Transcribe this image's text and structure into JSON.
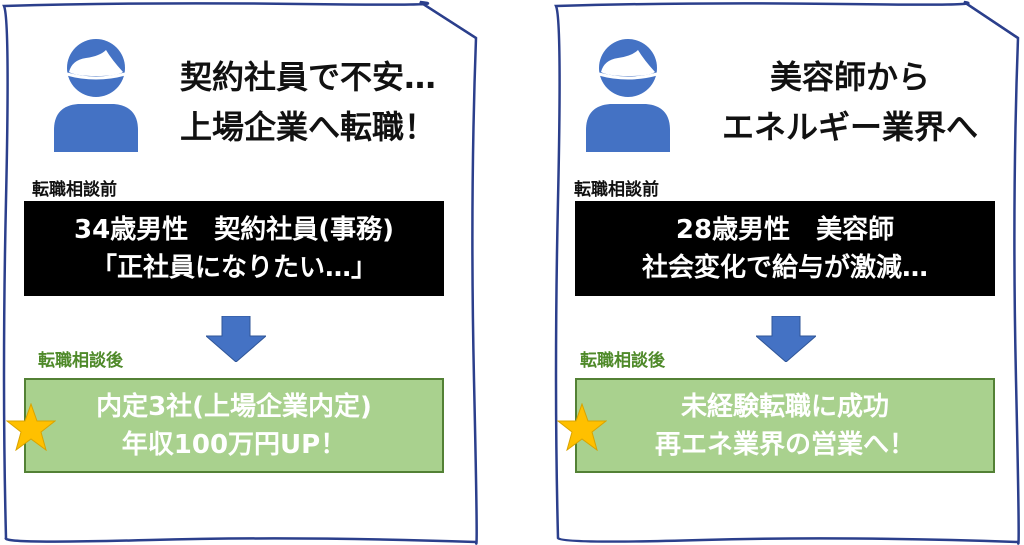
{
  "colors": {
    "avatar": "#4472c4",
    "arrow": "#4472c4",
    "before_box": "#000000",
    "after_box": "#a9d18e",
    "after_border": "#538135",
    "after_label": "#4f8a2a",
    "star": "#ffc000"
  },
  "cards": [
    {
      "headline": [
        "契約社員で不安…",
        "上場企業へ転職！"
      ],
      "before_label": "転職相談前",
      "before_text": [
        "34歳男性　契約社員(事務)",
        "「正社員になりたい…」"
      ],
      "after_label": "転職相談後",
      "after_text": [
        "内定3社(上場企業内定)",
        "年収100万円UP！"
      ]
    },
    {
      "headline": [
        "美容師から",
        "エネルギー業界へ"
      ],
      "before_label": "転職相談前",
      "before_text": [
        "28歳男性　美容師",
        "社会変化で給与が激減…"
      ],
      "after_label": "転職相談後",
      "after_text": [
        "未経験転職に成功",
        "再エネ業界の営業へ！"
      ]
    }
  ],
  "icons": {
    "avatar": "person-icon",
    "arrow": "arrow-down-icon",
    "star": "star-icon"
  }
}
